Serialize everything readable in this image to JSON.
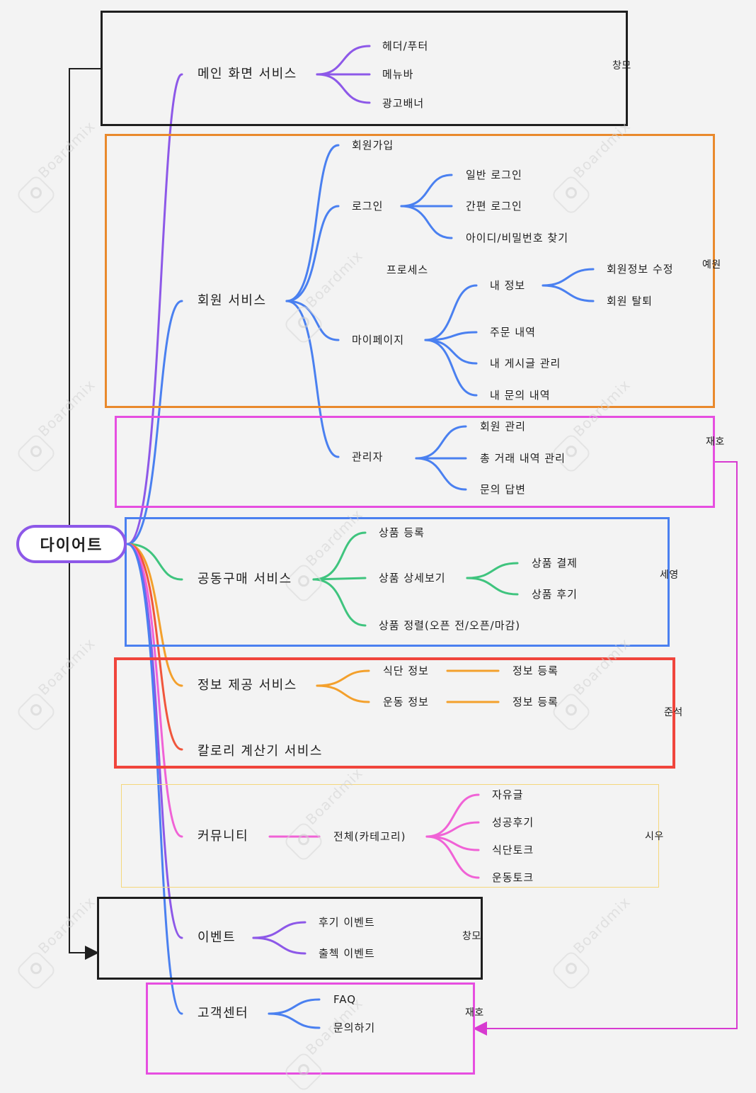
{
  "root": "다이어트",
  "main": {
    "label": "메인 화면 서비스",
    "children": [
      "헤더/푸터",
      "메뉴바",
      "광고배너"
    ]
  },
  "member": {
    "label": "회원 서비스",
    "signup": "회원가입",
    "login": {
      "label": "로그인",
      "children": [
        "일반 로그인",
        "간편 로그인",
        "아이디/비밀번호 찾기"
      ]
    },
    "process": "프로세스",
    "mypage": {
      "label": "마이페이지",
      "myinfo": {
        "label": "내 정보",
        "children": [
          "회원정보 수정",
          "회원 탈퇴"
        ]
      },
      "children": [
        "주문 내역",
        "내 게시글 관리",
        "내 문의 내역"
      ]
    },
    "admin": {
      "label": "관리자",
      "children": [
        "회원 관리",
        "총 거래 내역 관리",
        "문의 답변"
      ]
    }
  },
  "group_buy": {
    "label": "공동구매 서비스",
    "register": "상품 등록",
    "detail": {
      "label": "상품 상세보기",
      "children": [
        "상품 결제",
        "상품 후기"
      ]
    },
    "sort": "상품 정렬(오픈 전/오픈/마감)"
  },
  "info": {
    "label": "정보 제공 서비스",
    "children": [
      {
        "label": "식단 정보",
        "child": "정보 등록"
      },
      {
        "label": "운동 정보",
        "child": "정보 등록"
      }
    ]
  },
  "calorie": {
    "label": "칼로리 계산기 서비스"
  },
  "community": {
    "label": "커뮤니티",
    "all": "전체(카테고리)",
    "children": [
      "자유글",
      "성공후기",
      "식단토크",
      "운동토크"
    ]
  },
  "event": {
    "label": "이벤트",
    "children": [
      "후기 이벤트",
      "출첵 이벤트"
    ]
  },
  "support": {
    "label": "고객센터",
    "children": [
      "FAQ",
      "문의하기"
    ]
  },
  "assignees": {
    "main": "창모",
    "member": "예원",
    "admin": "재호",
    "group_buy": "세영",
    "info": "준석",
    "community": "시우",
    "event": "창모",
    "support": "재호"
  },
  "watermark": "Boardmix",
  "colors": {
    "purple": "#8d58e8",
    "blue": "#4a80f0",
    "green": "#3fc47e",
    "orange": "#f3a02c",
    "red": "#f0563c",
    "pink": "#f062d6",
    "black": "#1e1e1e",
    "box_orange": "#e9892c",
    "box_magenta": "#e64ee0",
    "box_blue": "#4a80f0",
    "box_red": "#f0453c",
    "box_yellow": "#f5d77a",
    "arrow_magenta": "#d73ad0"
  }
}
